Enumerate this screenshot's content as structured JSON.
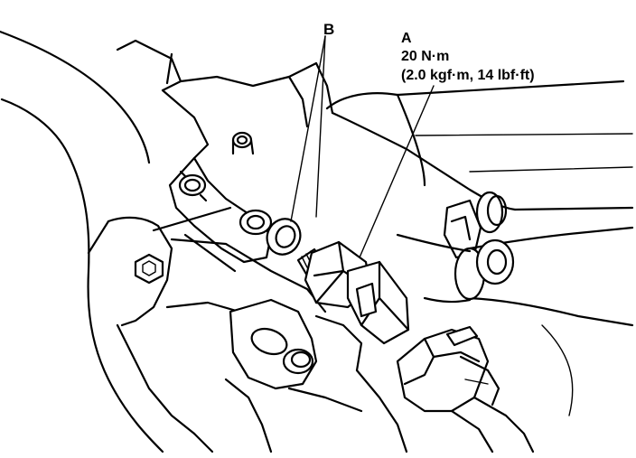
{
  "labels": {
    "b": "B",
    "a": "A",
    "torque_nm": "20 N·m",
    "torque_alt": "(2.0 kgf·m, 14 lbf·ft)"
  },
  "colors": {
    "ink": "#000000",
    "paper": "#ffffff"
  }
}
